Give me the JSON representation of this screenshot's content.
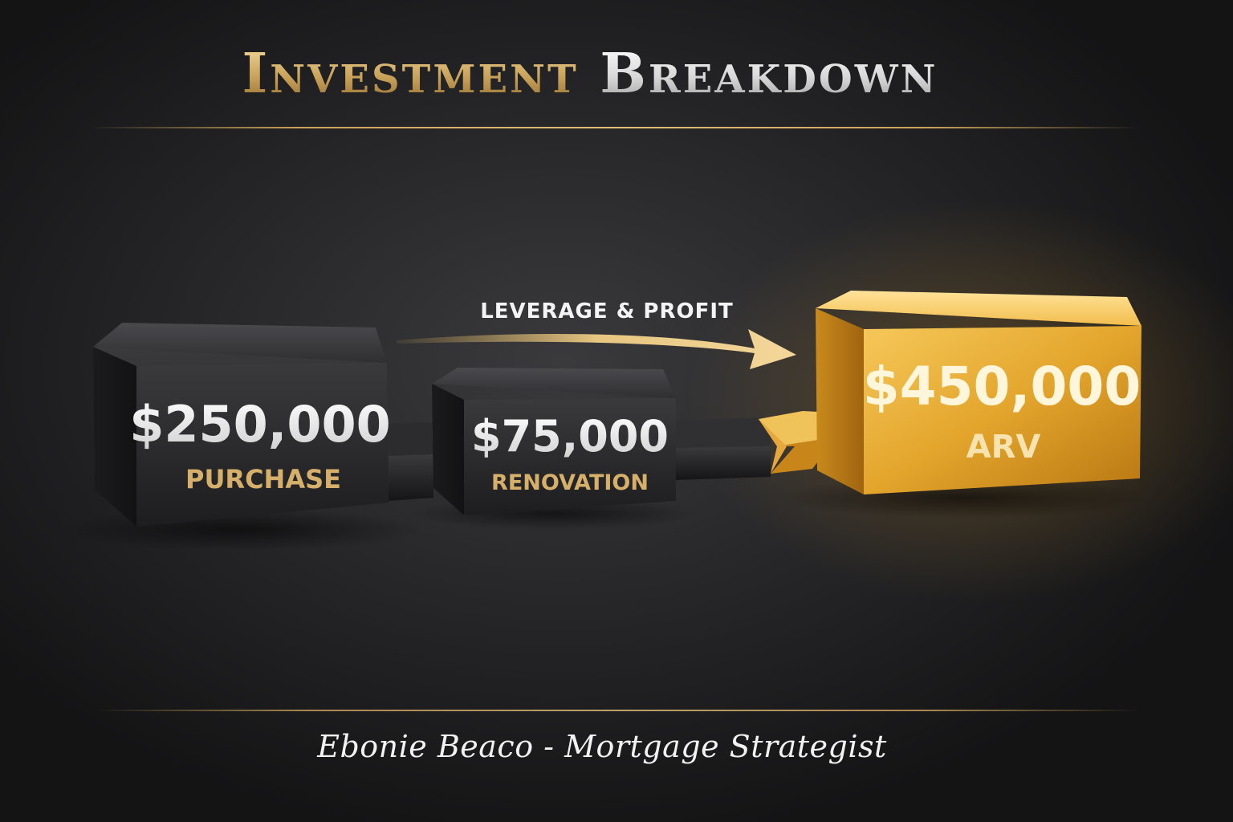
{
  "title": {
    "word1": "Investment",
    "word2": "Breakdown"
  },
  "arrow_label": "LEVERAGE & PROFIT",
  "blocks": [
    {
      "amount": "$250,000",
      "label": "PURCHASE"
    },
    {
      "amount": "$75,000",
      "label": "RENOVATION"
    },
    {
      "amount": "$450,000",
      "label": "ARV"
    }
  ],
  "footer": "Ebonie Beaco - Mortgage Strategist",
  "colors": {
    "gold": "#d9a43a",
    "gold_light": "#f3c565",
    "dark_block": "#2a2a2c",
    "label_gold": "#d6b06a"
  }
}
